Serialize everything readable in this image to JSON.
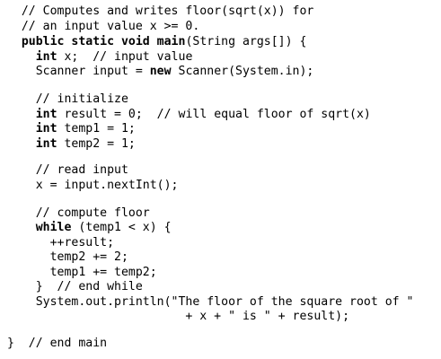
{
  "code_lines": [
    {
      "id": "line-01",
      "segments": [
        {
          "text": "   // Computes and writes floor(sqrt(x)) for"
        }
      ]
    },
    {
      "id": "line-02",
      "segments": [
        {
          "text": "   // an input value x >= 0."
        }
      ]
    },
    {
      "id": "line-03",
      "segments": [
        {
          "text": "   "
        },
        {
          "text": "public static void main",
          "kw": true
        },
        {
          "text": "(String args[]) {"
        }
      ]
    },
    {
      "id": "line-04",
      "segments": [
        {
          "text": "     "
        },
        {
          "text": "int",
          "kw": true
        },
        {
          "text": " x;  // input value"
        }
      ]
    },
    {
      "id": "line-05",
      "segments": [
        {
          "text": "     Scanner input = "
        },
        {
          "text": "new",
          "kw": true
        },
        {
          "text": " Scanner(System.in);"
        }
      ]
    },
    {
      "id": "line-06",
      "segments": [
        {
          "text": "     // initialize"
        }
      ]
    },
    {
      "id": "line-07",
      "segments": [
        {
          "text": "     "
        },
        {
          "text": "int",
          "kw": true
        },
        {
          "text": " result = 0;  // will equal floor of sqrt(x)"
        }
      ]
    },
    {
      "id": "line-08",
      "segments": [
        {
          "text": "     "
        },
        {
          "text": "int",
          "kw": true
        },
        {
          "text": " temp1 = 1;"
        }
      ]
    },
    {
      "id": "line-09",
      "segments": [
        {
          "text": "     "
        },
        {
          "text": "int",
          "kw": true
        },
        {
          "text": " temp2 = 1;"
        }
      ]
    },
    {
      "id": "line-10",
      "segments": [
        {
          "text": "     // read input"
        }
      ]
    },
    {
      "id": "line-11",
      "segments": [
        {
          "text": "     x = input.nextInt();"
        }
      ]
    },
    {
      "id": "line-12",
      "segments": [
        {
          "text": "     // compute floor"
        }
      ]
    },
    {
      "id": "line-13",
      "segments": [
        {
          "text": "     "
        },
        {
          "text": "while",
          "kw": true
        },
        {
          "text": " (temp1 < x) {"
        }
      ]
    },
    {
      "id": "line-14",
      "segments": [
        {
          "text": "       ++result;"
        }
      ]
    },
    {
      "id": "line-15",
      "segments": [
        {
          "text": "       temp2 += 2;"
        }
      ]
    },
    {
      "id": "line-16",
      "segments": [
        {
          "text": "       temp1 += temp2;"
        }
      ]
    },
    {
      "id": "line-17",
      "segments": [
        {
          "text": "     }  // end while"
        }
      ]
    },
    {
      "id": "line-18",
      "segments": [
        {
          "text": "     System.out.println(\"The floor of the square root of \""
        }
      ]
    },
    {
      "id": "line-19",
      "segments": [
        {
          "text": "                          + x + \" is \" + result);"
        }
      ]
    },
    {
      "id": "line-20",
      "segments": [
        {
          "text": " }  // end main"
        }
      ]
    }
  ]
}
